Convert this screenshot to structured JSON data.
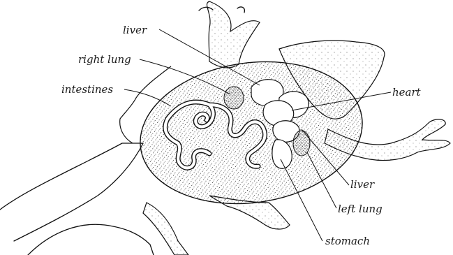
{
  "labels": {
    "liver_top": "liver",
    "right_lung": "right lung",
    "intestines": "intestines",
    "heart": "heart",
    "liver_bottom": "liver",
    "left_lung": "left lung",
    "stomach": "stomach"
  },
  "colors": {
    "ink": "#111111",
    "stipple": "#111111",
    "background": "#ffffff"
  }
}
